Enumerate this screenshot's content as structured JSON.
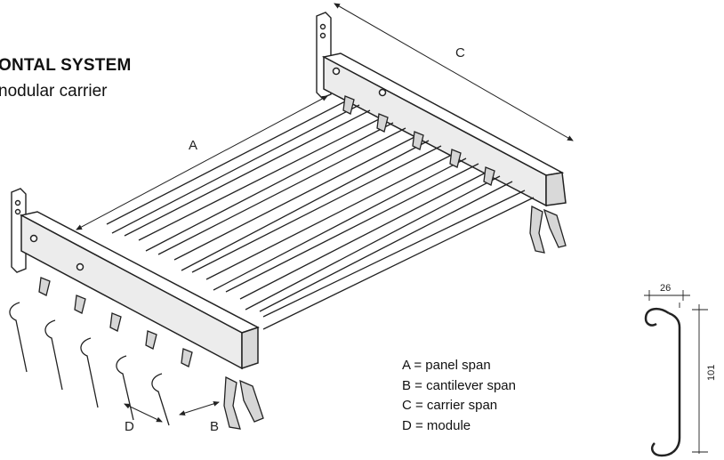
{
  "title": "ONTAL SYSTEM",
  "subtitle": "nodular carrier",
  "dimension_labels": {
    "a": "A",
    "b": "B",
    "c": "C",
    "d": "D"
  },
  "legend": [
    "A = panel span",
    "B = cantilever span",
    "C = carrier span",
    "D = module"
  ],
  "profile_dimensions": {
    "width": "26",
    "height": "101"
  }
}
